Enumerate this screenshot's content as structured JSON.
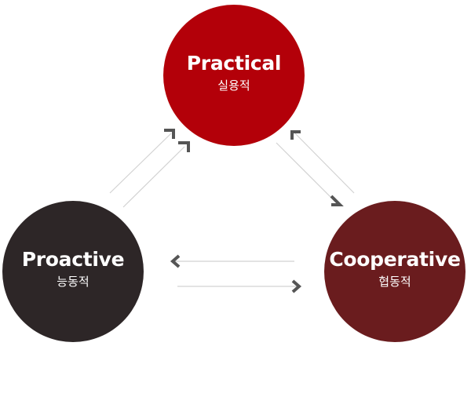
{
  "colors": {
    "practical": "#b30009",
    "proactive": "#2d2627",
    "cooperative": "#6a1c1e",
    "line": "#d2d2d2",
    "arrowhead": "#555555"
  },
  "nodes": {
    "practical": {
      "label": "Practical",
      "sublabel": "실용적"
    },
    "proactive": {
      "label": "Proactive",
      "sublabel": "능동적"
    },
    "cooperative": {
      "label": "Cooperative",
      "sublabel": "협동적"
    }
  }
}
